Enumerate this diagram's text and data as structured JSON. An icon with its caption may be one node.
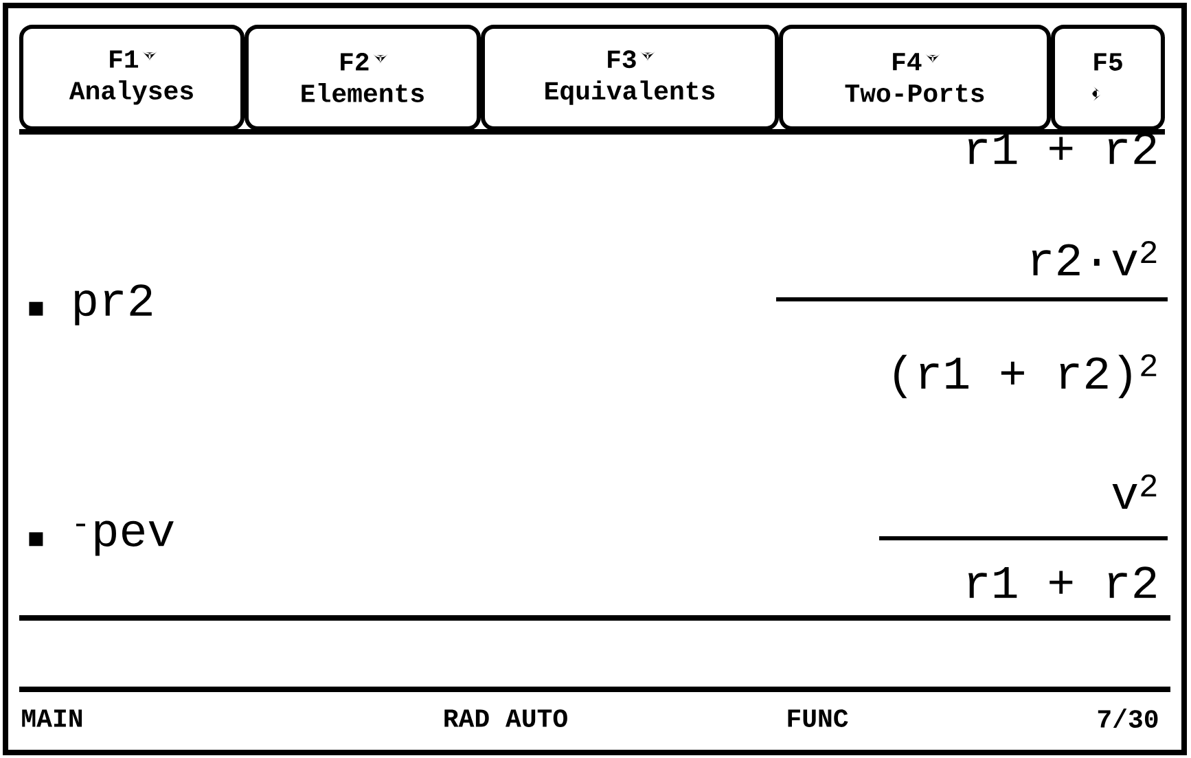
{
  "diagram": {
    "nodes": [
      {
        "text": [
          "F1",
          "Analyses"
        ]
      },
      {
        "text": [
          "F2",
          "Elements"
        ]
      },
      {
        "text": [
          "F3",
          "Equivalents"
        ]
      },
      {
        "text": [
          "F4",
          "Two-Ports"
        ]
      },
      {
        "text": [
          "F5"
        ]
      }
    ],
    "labels": [
      "r1 + r2",
      "r2·v$^{2}$",
      "pr2",
      "(r1 + r2)$^{2}$",
      "v$^{2}$",
      "$^{-}$pev",
      "r1 + r2",
      "MAIN",
      "RAD AUTO",
      "FUNC",
      "7/30"
    ]
  }
}
